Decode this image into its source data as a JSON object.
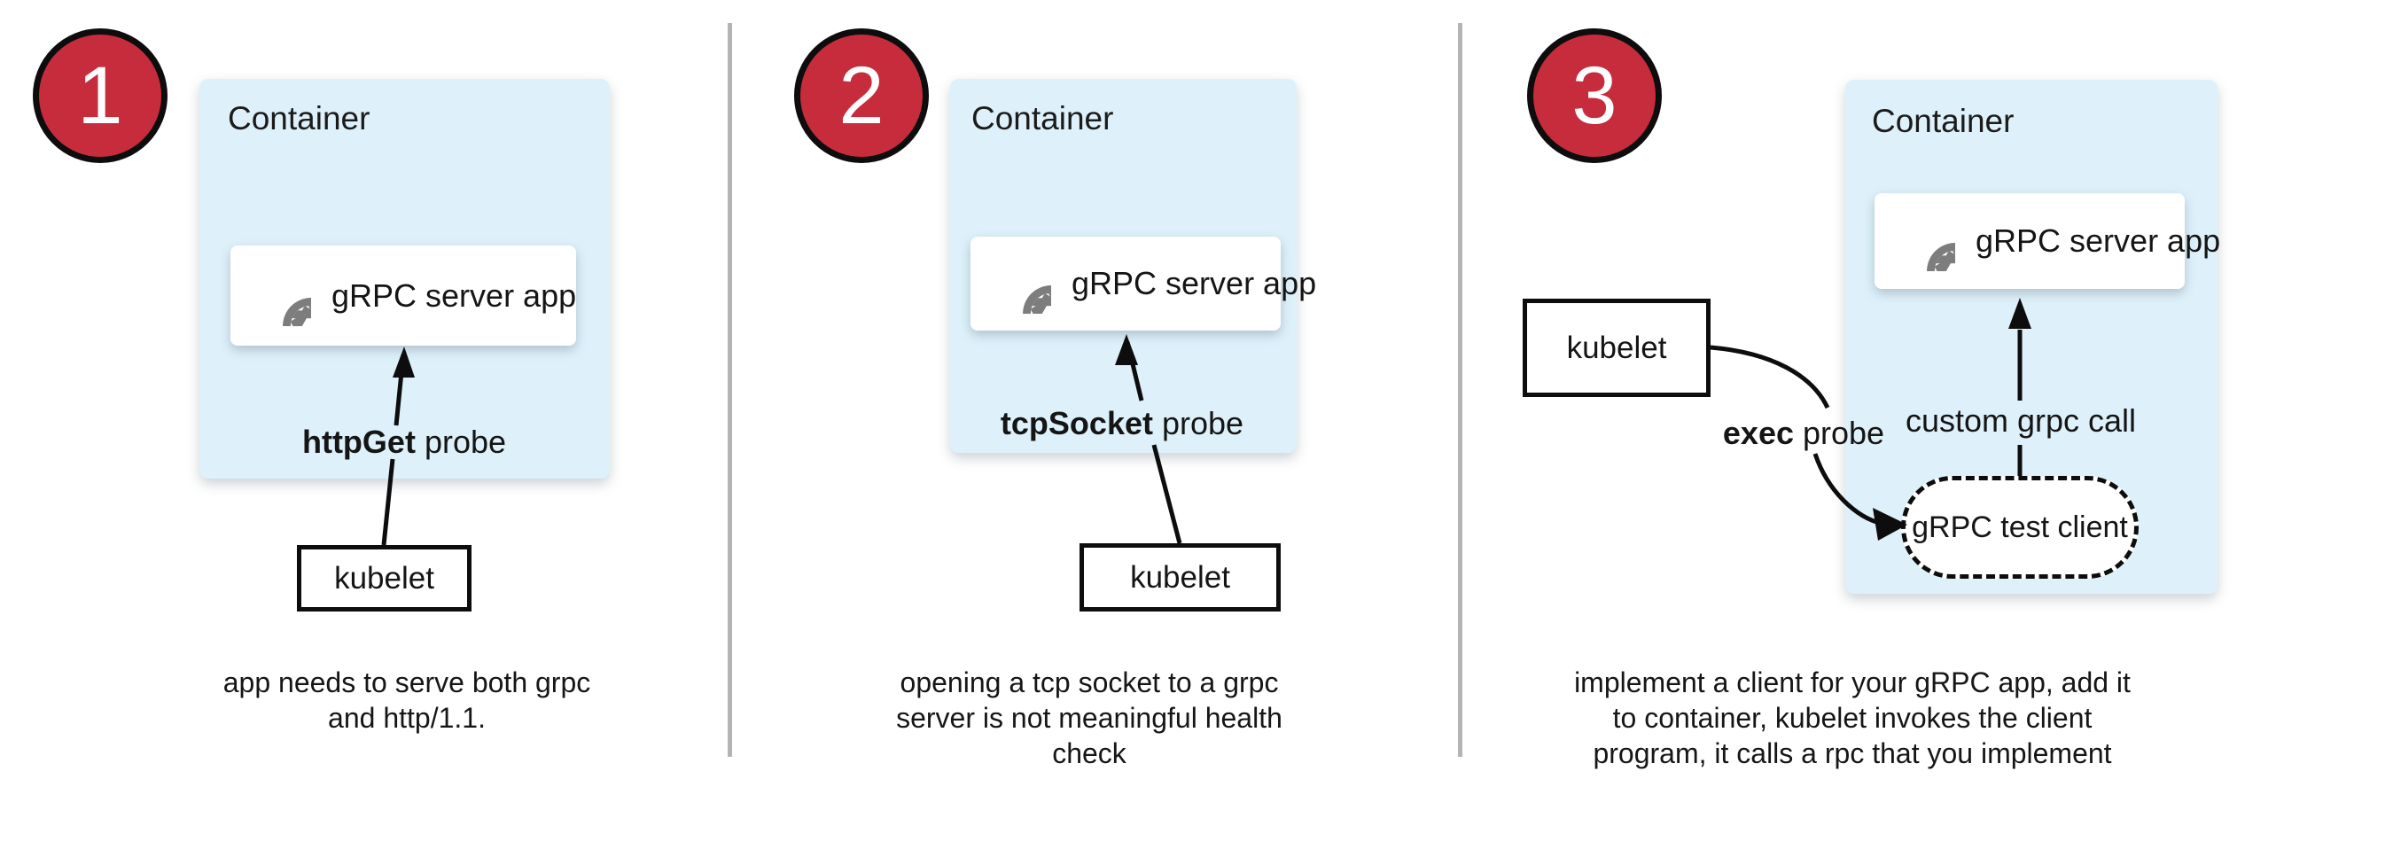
{
  "colors": {
    "badge_red": "#c62c3c",
    "container_blue": "#def1fb",
    "icon_gray": "#7d7d7d",
    "divider_gray": "#b4b4b4"
  },
  "panels": [
    {
      "number": "1",
      "container_label": "Container",
      "app_label": "gRPC server app",
      "app_icon": "grpc-aperture-icon",
      "probe_bold": "httpGet",
      "probe_rest": " probe",
      "kubelet_label": "kubelet",
      "caption_lines": [
        "app needs to serve both grpc",
        "and http/1.1."
      ]
    },
    {
      "number": "2",
      "container_label": "Container",
      "app_label": "gRPC server app",
      "app_icon": "grpc-aperture-icon",
      "probe_bold": "tcpSocket",
      "probe_rest": " probe",
      "kubelet_label": "kubelet",
      "caption_lines": [
        "opening a tcp socket to a grpc",
        "server is not meaningful health",
        "check"
      ]
    },
    {
      "number": "3",
      "container_label": "Container",
      "app_label": "gRPC server app",
      "app_icon": "grpc-aperture-icon",
      "probe_bold": "exec",
      "probe_rest": " probe",
      "kubelet_label": "kubelet",
      "custom_call_label": "custom grpc call",
      "test_client_label": "gRPC test client",
      "caption_lines": [
        "implement a client for your gRPC app, add it",
        "to container, kubelet invokes the client",
        "program, it calls a rpc that you implement"
      ]
    }
  ]
}
